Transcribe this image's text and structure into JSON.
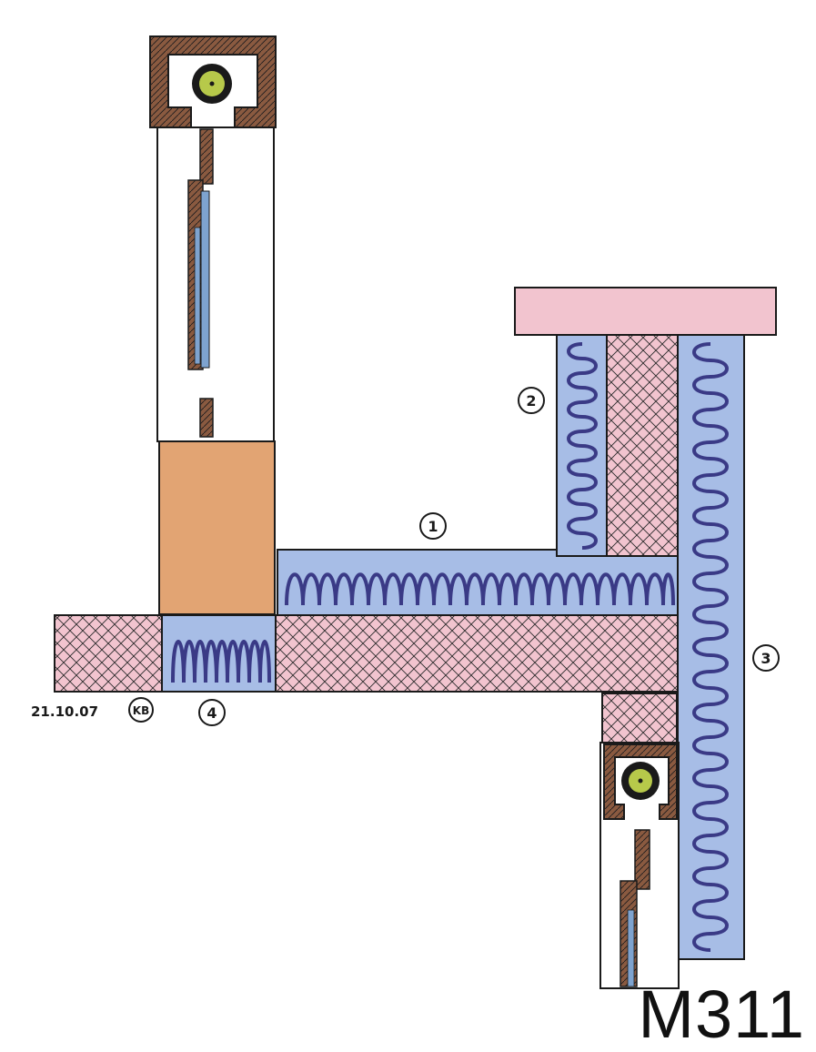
{
  "drawing": {
    "date_signature": "21.10.07",
    "initials": "KB",
    "drawing_code": "M311",
    "callouts": [
      "1",
      "2",
      "3",
      "4"
    ]
  },
  "colors": {
    "insulation_blue": "#a7bde6",
    "squiggle": "#3a3a86",
    "masonry_pink": "#f2c4cf",
    "timber_brown": "#8a5a40",
    "wood_orange": "#e2a473",
    "glass_blue": "#7ea3cf",
    "bolt_green": "#b7c94a",
    "ink": "#1a1a1a"
  }
}
